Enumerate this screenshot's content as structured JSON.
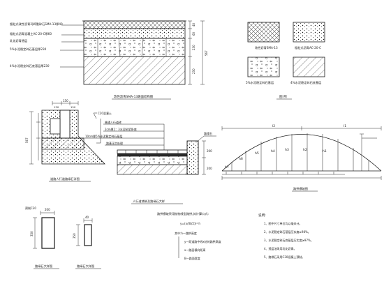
{
  "top_section": {
    "layer_notes": [
      "细粒式改性沥青玛蹄脂碎石SMA-13厚40",
      "粗粒式沥青混凝土AC-20-C厚60",
      "乳化沥青透层",
      "5%水泥稳定碎石基层厚230",
      "4%水泥稳定碎石底基层厚230"
    ],
    "dims_right": [
      "40",
      "60",
      "230",
      "230"
    ],
    "dim_total": "567",
    "title": "改性沥青SMA-13路面结构图"
  },
  "legend": {
    "items": [
      {
        "label": "改性沥青SMA-13"
      },
      {
        "label": "粗粒式沥青AC-20-C"
      },
      {
        "label": "5%水泥稳定碎石基层"
      },
      {
        "label": "4%水泥稳定碎石底基层"
      }
    ],
    "title": "图  例"
  },
  "curb_detail": {
    "top_dims": [
      "150",
      "130",
      "150"
    ],
    "side_dim": "567",
    "title": "道路人行道路缘石详图"
  },
  "sidewalk_detail": {
    "joint_label": "C20混凝土",
    "layers": [
      "普通人行道砖",
      "2cm厚1：3水泥砂浆卧底",
      "10cm厚5%水泥稳定碎石基层",
      "路基压实处理"
    ],
    "dims": [
      "200",
      "200"
    ],
    "curb_label": "路缘石",
    "title": "人行道铺装及路缘石大样"
  },
  "crown": {
    "labels": [
      "h1",
      "h2",
      "h3",
      "h4",
      "h5",
      "h6",
      "h7"
    ],
    "top_dims": [
      "l2",
      "l1"
    ],
    "title": "路拱横坡图"
  },
  "curb_stone_a": {
    "top_dim": "200",
    "side_dim": "350",
    "material_label": "预制C30",
    "title": "路缘石大样图"
  },
  "curb_stone_b": {
    "top_dim": "40",
    "side_dim": "350",
    "title": "路缘石大样图"
  },
  "formula": {
    "heading": "路拱横坡采用抛物线型路拱,其计算公式:",
    "lines": [
      "y=(x/(B/2))²·h",
      "其中:h—路拱高度",
      "y—距道路中线x处的路拱高度",
      "x—路面横向距离",
      "B—路面宽度"
    ]
  },
  "notes": {
    "title": "说明:",
    "lines": [
      "1、图中尺寸单位均以毫米计。",
      "2、水泥稳定碎石基层压实度≥98%。",
      "3、水泥稳定碎石底基层压实度≥97%。",
      "4、透层油采用乳化沥青。",
      "5、路缘石采用C30混凝土预制。"
    ]
  }
}
